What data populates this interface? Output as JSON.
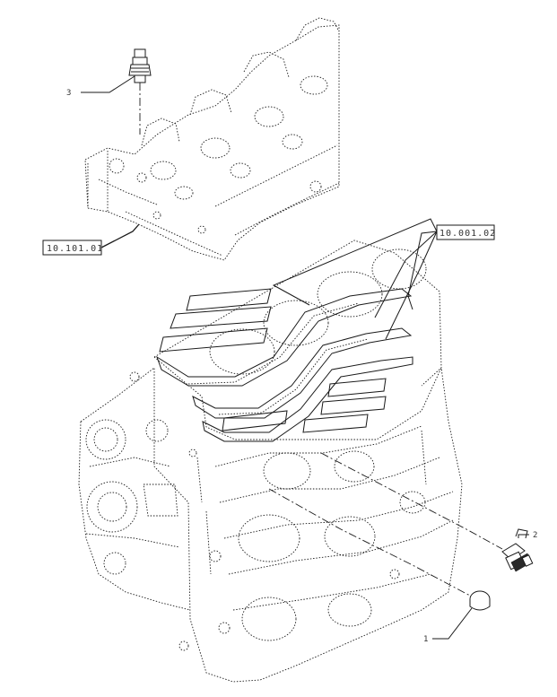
{
  "callouts": {
    "part_3": "3",
    "part_2": "2",
    "part_1": "1"
  },
  "references": {
    "cylinder_head": "10.101.01",
    "engine_block": "10.001.02"
  },
  "colors": {
    "line": "#1a1a1a",
    "background": "#ffffff"
  }
}
